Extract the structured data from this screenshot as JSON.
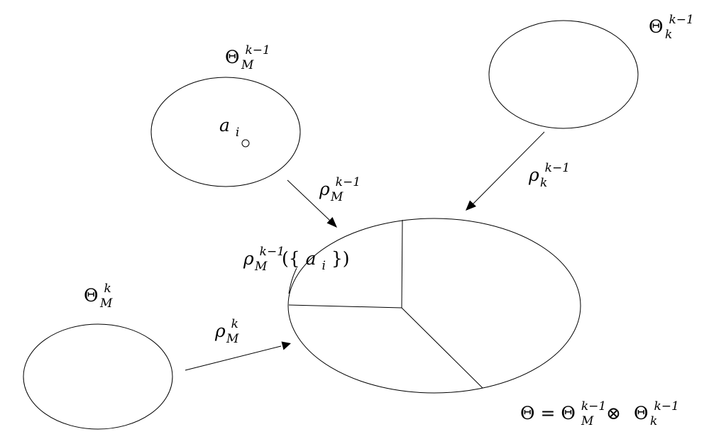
{
  "diagram": {
    "labels": {
      "theta_m_k1": {
        "base": "Θ",
        "sub": "M",
        "sup": "k−1"
      },
      "theta_k_k1": {
        "base": "Θ",
        "sub": "k",
        "sup": "k−1"
      },
      "theta_m_k": {
        "base": "Θ",
        "sub": "M",
        "sup": "k"
      },
      "a_i": {
        "base": "a",
        "sub": "i"
      },
      "rho_m_k1": {
        "base": "ρ",
        "sub": "M",
        "sup": "k−1"
      },
      "rho_k_k1": {
        "base": "ρ",
        "sub": "k",
        "sup": "k−1"
      },
      "rho_m_k": {
        "base": "ρ",
        "sub": "M",
        "sup": "k"
      },
      "rho_preimage": {
        "base": "ρ",
        "sub": "M",
        "sup": "k−1",
        "open": "({",
        "arg_base": "a",
        "arg_sub": "i",
        "close": "})"
      },
      "product": {
        "lhs": "Θ",
        "eq": " = ",
        "base1": "Θ",
        "sub1": "M",
        "sup1": "k−1",
        "op": " ⊗ ",
        "base2": "Θ",
        "sub2": "k",
        "sup2": "k−1"
      }
    }
  }
}
